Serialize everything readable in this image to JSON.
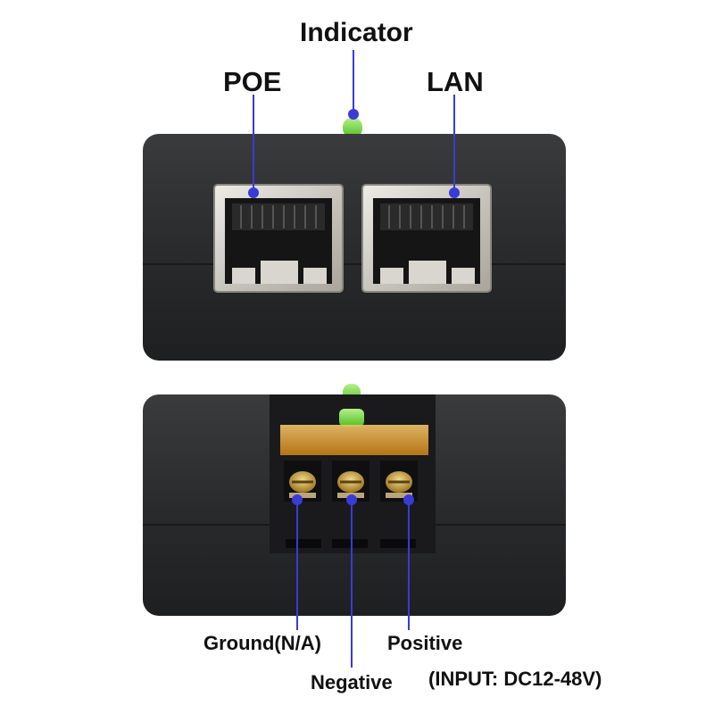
{
  "labels": {
    "indicator": "Indicator",
    "poe": "POE",
    "lan": "LAN",
    "ground": "Ground(N/A)",
    "positive": "Positive",
    "negative": "Negative",
    "input": "(INPUT: DC12-48V)"
  },
  "colors": {
    "callout": "#3a3ad8",
    "housing": "#2b2c2e",
    "led": "#6bd83a",
    "metal": "#d9d6cf",
    "terminal_brass": "#c9a23a",
    "terminal_cover": "#e8a838"
  }
}
